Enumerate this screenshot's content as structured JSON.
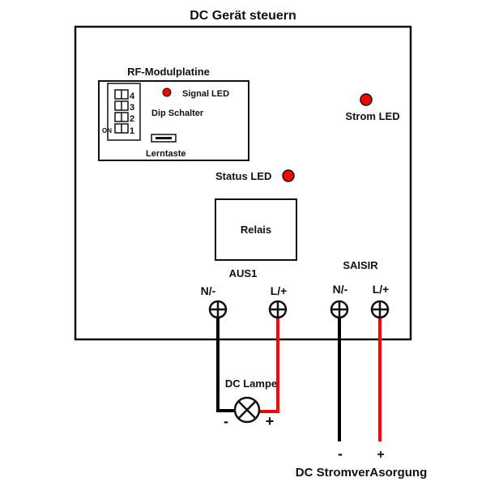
{
  "title": "DC Gerät steuern",
  "rf_module": {
    "title": "RF-Modulplatine",
    "signal_led": "Signal LED",
    "dip_switch": "Dip Schalter",
    "dip_numbers": [
      "4",
      "3",
      "2",
      "1"
    ],
    "dip_on": "ON",
    "learn_button": "Lerntaste"
  },
  "power_led": "Strom LED",
  "status_led": "Status LED",
  "relay": "Relais",
  "output": {
    "label": "AUS1",
    "neg": "N/-",
    "pos": "L/+"
  },
  "input": {
    "label": "SAISIR",
    "neg": "N/-",
    "pos": "L/+"
  },
  "lamp": {
    "label": "DC Lampe",
    "neg": "-",
    "pos": "+"
  },
  "supply": {
    "label": "DC StromverAsorgung",
    "neg": "-",
    "pos": "+"
  },
  "colors": {
    "led": "#ff0000",
    "wire_pos": "#ff0000",
    "wire_neg": "#000000"
  }
}
